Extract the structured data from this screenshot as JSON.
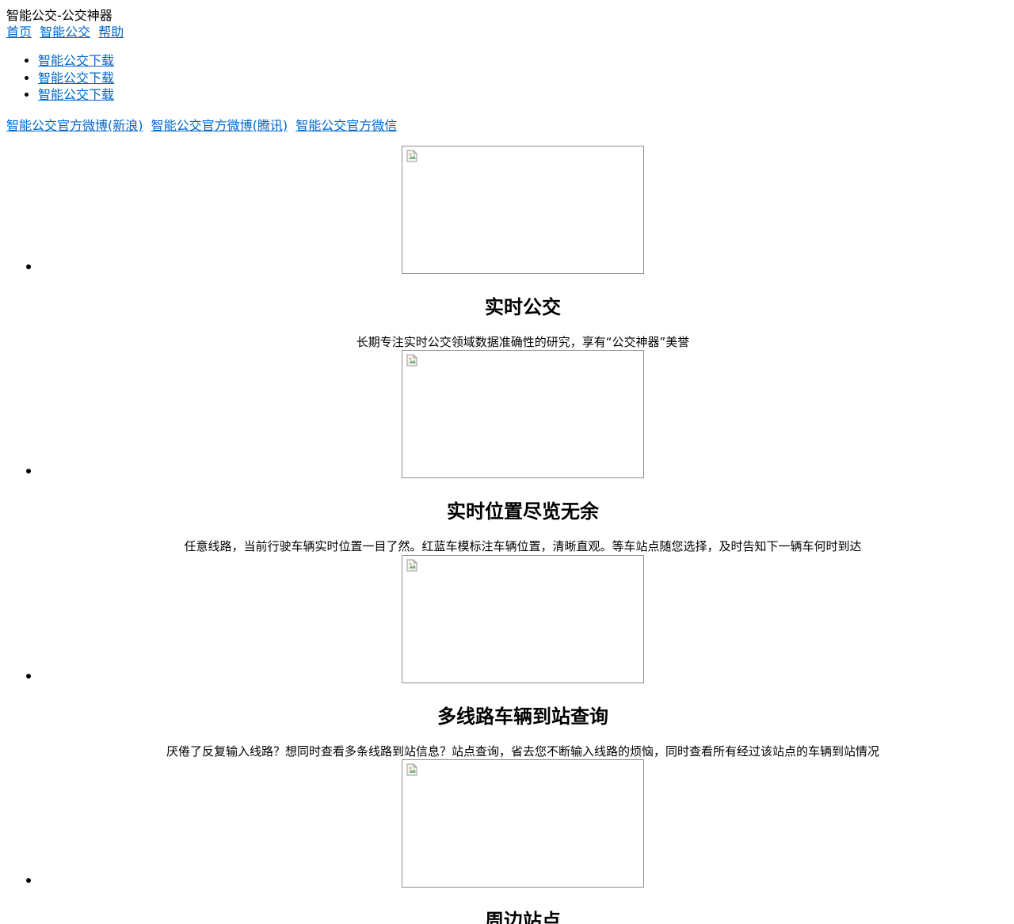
{
  "site_title": "智能公交-公交神器",
  "top_nav": [
    "首页",
    "智能公交",
    "帮助"
  ],
  "download_links": [
    "智能公交下载",
    "智能公交下载",
    "智能公交下载"
  ],
  "social_links": [
    "智能公交官方微博(新浪)",
    "智能公交官方微博(腾讯)",
    "智能公交官方微信"
  ],
  "features": [
    {
      "title": "实时公交",
      "desc": "长期专注实时公交领域数据准确性的研究，享有“公交神器”美誉",
      "image_icon": "broken-image-icon"
    },
    {
      "title": "实时位置尽览无余",
      "desc": "任意线路，当前行驶车辆实时位置一目了然。红蓝车模标注车辆位置，清晰直观。等车站点随您选择，及时告知下一辆车何时到达",
      "image_icon": "broken-image-icon"
    },
    {
      "title": "多线路车辆到站查询",
      "desc": "厌倦了反复输入线路？想同时查看多条线路到站信息？站点查询，省去您不断输入线路的烦恼，同时查看所有经过该站点的车辆到站情况",
      "image_icon": "broken-image-icon"
    },
    {
      "title": "周边站点",
      "desc": "",
      "image_icon": "broken-image-icon"
    }
  ],
  "colors": {
    "link": "#0066cc",
    "text": "#000000",
    "image_border": "#8f8f8f"
  }
}
